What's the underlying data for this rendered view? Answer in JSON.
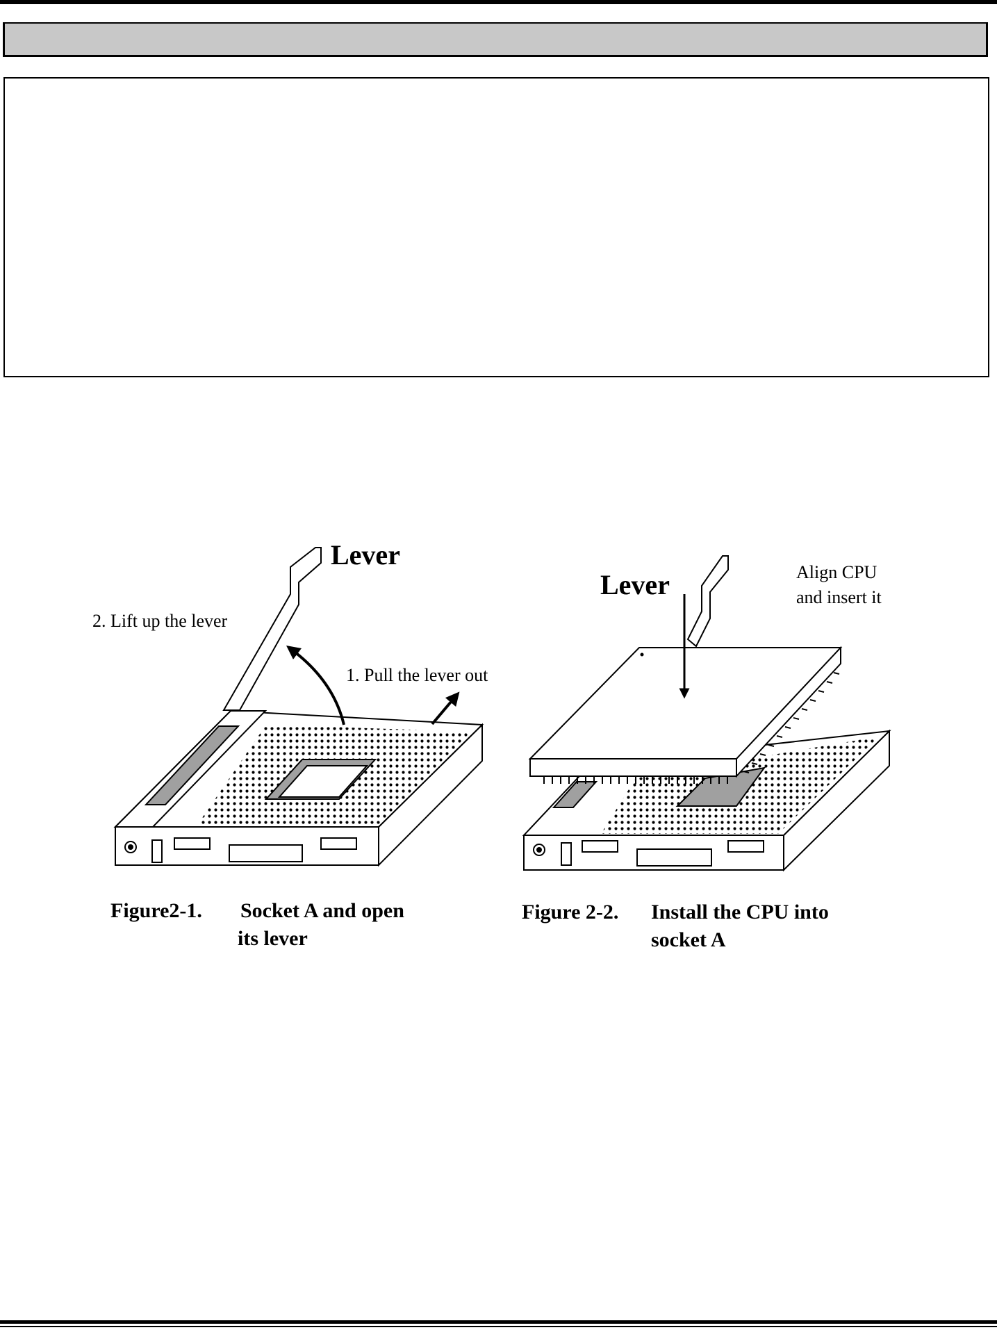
{
  "figure1": {
    "lever_label": "Lever",
    "step2_label": "2. Lift up the lever",
    "step1_label": "1. Pull the lever out",
    "caption_number": "Figure2-1.",
    "caption_line1": "Socket A and open",
    "caption_line2": "its lever"
  },
  "figure2": {
    "lever_label": "Lever",
    "align_line1": "Align CPU",
    "align_line2": "and insert it",
    "caption_number": "Figure 2-2.",
    "caption_line1": "Install the CPU into",
    "caption_line2": "socket A"
  },
  "colors": {
    "header_bar": "#c8c8c8",
    "socket_slot": "#a0a0a0",
    "ink": "#000000"
  }
}
